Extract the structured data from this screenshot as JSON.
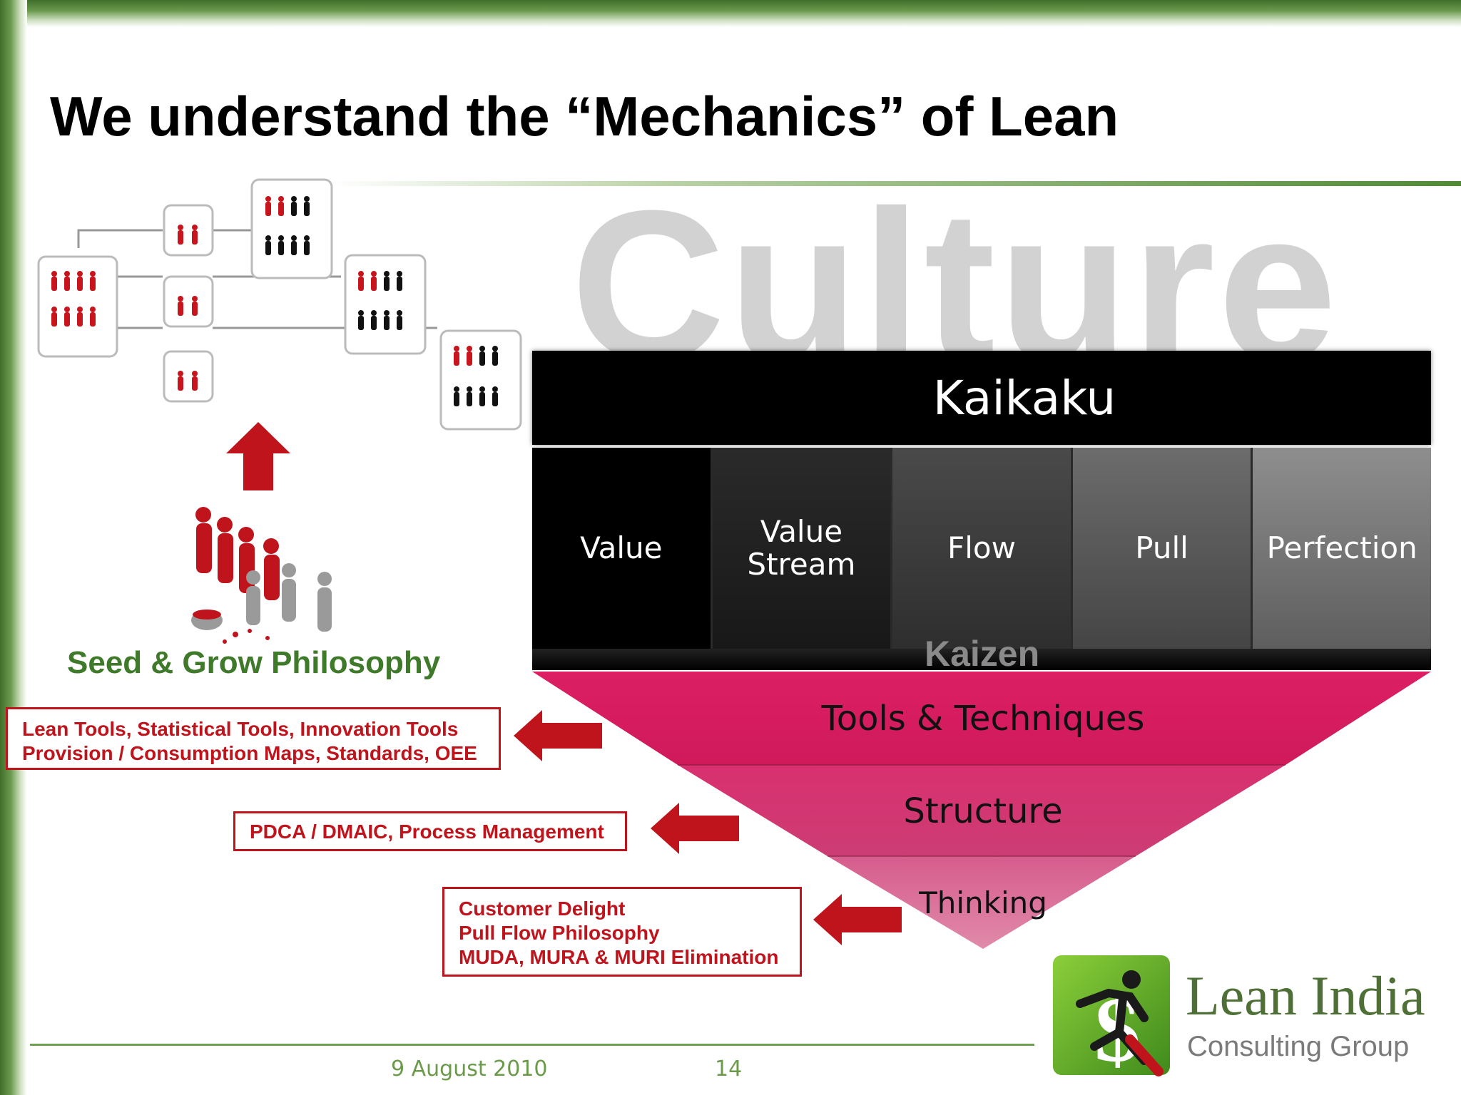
{
  "slide": {
    "title": "We understand the “Mechanics” of Lean",
    "watermark": "Culture"
  },
  "left_panel": {
    "seed_label": "Seed & Grow Philosophy"
  },
  "diagram": {
    "top_bar": "Kaikaku",
    "pillars": [
      {
        "label_lines": [
          "Value"
        ]
      },
      {
        "label_lines": [
          "Value",
          "Stream"
        ]
      },
      {
        "label_lines": [
          "Flow"
        ]
      },
      {
        "label_lines": [
          "Pull"
        ]
      },
      {
        "label_lines": [
          "Perfection"
        ]
      }
    ],
    "base_bar": "Kaizen",
    "funnel_levels": [
      "Tools & Techniques",
      "Structure",
      "Thinking"
    ],
    "funnel_color": "#d91a5c"
  },
  "callouts": [
    {
      "lines": [
        "Lean Tools, Statistical Tools, Innovation Tools",
        "Provision / Consumption Maps, Standards, OEE"
      ]
    },
    {
      "lines": [
        "PDCA / DMAIC, Process Management"
      ]
    },
    {
      "lines": [
        "Customer Delight",
        "Pull Flow Philosophy",
        "MUDA, MURA & MURI Elimination"
      ]
    }
  ],
  "accent_red": "#c0141c",
  "footer": {
    "date": "9 August 2010",
    "page": "14"
  },
  "logo": {
    "name": "Lean India",
    "tagline": "Consulting Group",
    "icon": "dollar-runner-icon"
  }
}
